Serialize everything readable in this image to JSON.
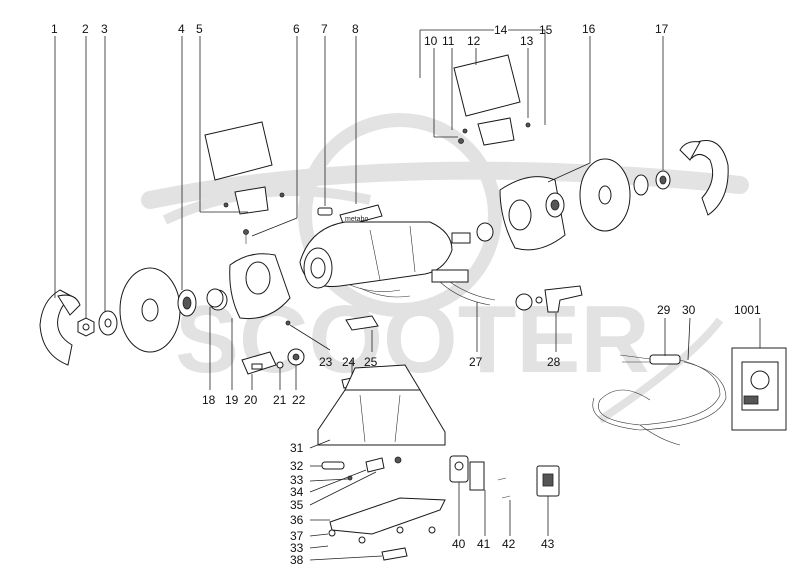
{
  "diagram": {
    "watermark_text": "SCOOTER",
    "logo_text": "metabo",
    "colors": {
      "line": "#1a1a1a",
      "watermark": "#d0d0d0",
      "background": "#ffffff"
    },
    "part_labels": [
      "1",
      "2",
      "3",
      "4",
      "5",
      "6",
      "7",
      "8",
      "10",
      "11",
      "12",
      "13",
      "14",
      "15",
      "16",
      "17",
      "18",
      "19",
      "20",
      "21",
      "22",
      "23",
      "24",
      "25",
      "27",
      "28",
      "29",
      "30",
      "1001",
      "31",
      "32",
      "33",
      "34",
      "35",
      "36",
      "37",
      "33",
      "38",
      "40",
      "41",
      "42",
      "43"
    ]
  }
}
